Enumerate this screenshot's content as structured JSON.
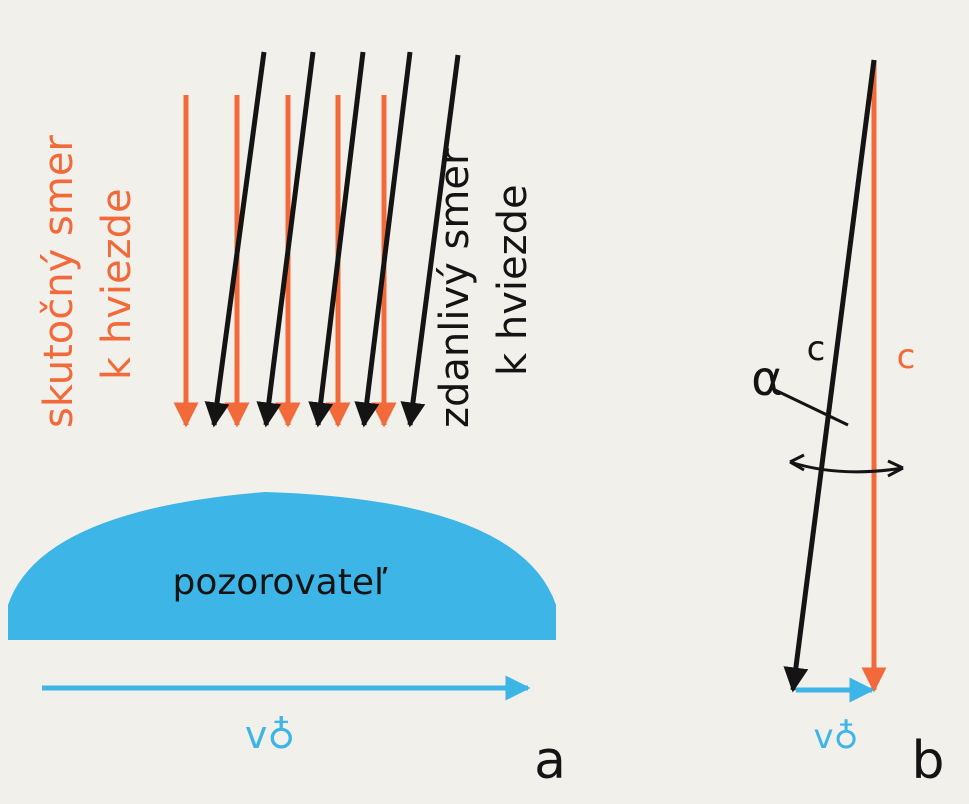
{
  "panel_a": {
    "true_direction_label": [
      "skutočný smer",
      "k hviezde"
    ],
    "apparent_direction_label": [
      "zdanlivý smer",
      "k hviezde"
    ],
    "observer_label": "pozorovateľ",
    "velocity_label": "v♁",
    "panel_letter": "a"
  },
  "panel_b": {
    "speed_label_slanted": "c",
    "speed_label_vertical": "c",
    "angle_label": "α",
    "velocity_label": "v♁",
    "panel_letter": "b"
  },
  "colors": {
    "true_ray": "#f26a3a",
    "apparent_ray": "#141414",
    "observer": "#3db5e6",
    "background": "#f1f0eb"
  },
  "icons": [
    "earth-symbol-icon",
    "arrow-icon"
  ]
}
